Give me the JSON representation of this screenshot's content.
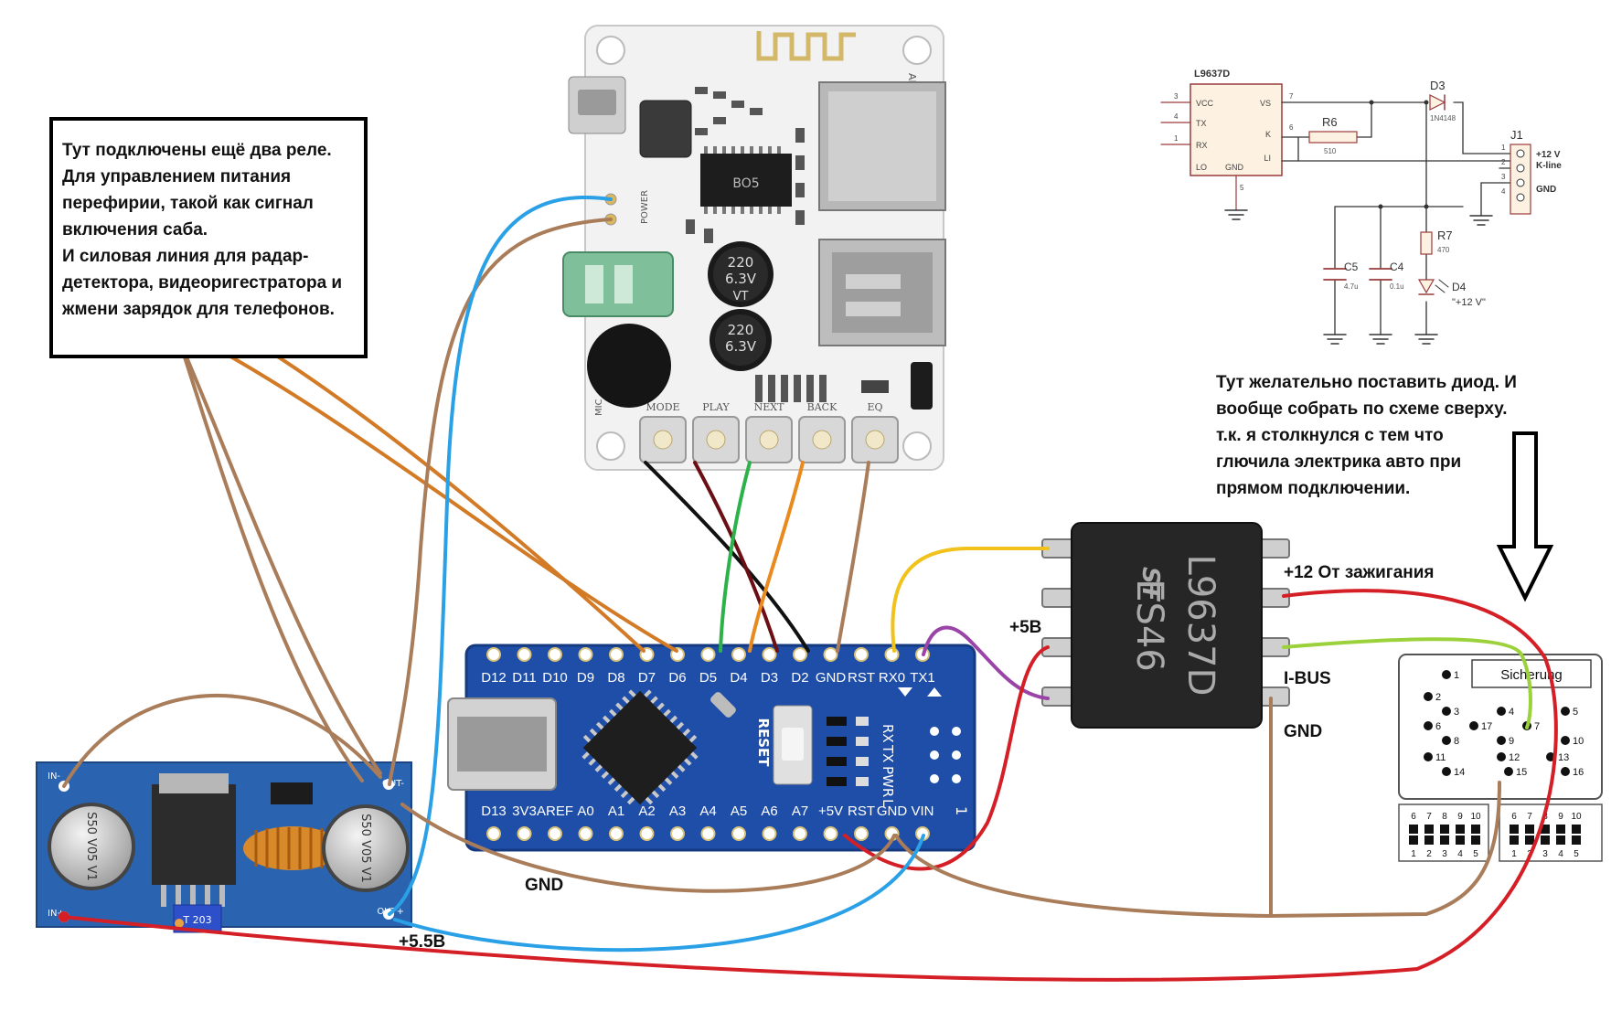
{
  "note_left": {
    "lines": [
      "Тут подключены ещё два реле.",
      "Для управлением питания",
      "перефирии, такой как сигнал",
      "включения саба.",
      "И силовая линия для радар-",
      "детектора, видеоригестратора и",
      "жмени зарядок для телефонов."
    ]
  },
  "note_right": {
    "lines": [
      "Тут желательно поставить диод. И",
      "вообще собрать по схеме сверху.",
      " т.к. я столкнулся с тем что",
      "глючила электрика авто при",
      "прямом подключении."
    ]
  },
  "labels": {
    "ignition": "+12 От зажигания",
    "plus5": "+5В",
    "ibus": "I-BUS",
    "gnd_chip": "GND",
    "gnd_bottom": "GND",
    "plus55": "+5.5В"
  },
  "bt_board": {
    "buttons": [
      "MODE",
      "PLAY",
      "NEXT",
      "BACK",
      "EQ"
    ],
    "mic_label": "MIC",
    "power_label": "POWER",
    "ant_label": "ANT",
    "cap_texts": [
      "220",
      "6.3V",
      "VT"
    ],
    "chip_text": "BO5"
  },
  "arduino": {
    "top_pins": [
      "D12",
      "D11",
      "D10",
      "D9",
      "D8",
      "D7",
      "D6",
      "D5",
      "D4",
      "D3",
      "D2",
      "GND",
      "RST",
      "RX0",
      "TX1"
    ],
    "bottom_pins": [
      "D13",
      "3V3",
      "AREF",
      "A0",
      "A1",
      "A2",
      "A3",
      "A4",
      "A5",
      "A6",
      "A7",
      "+5V",
      "RST",
      "GND",
      "VIN"
    ],
    "side_labels": [
      "RX",
      "TX",
      "PWR",
      "L"
    ],
    "reset_label": "RESET",
    "number_label": "1"
  },
  "buck": {
    "in_minus": "IN-",
    "in_plus": "IN+",
    "out_minus": "OUT-",
    "out_plus": "OUT+",
    "cap_text": "S50 V05 V1",
    "pot_text": "T 203"
  },
  "ic_chip": {
    "line1": "L9637D",
    "line2": "ES46",
    "logo": "ST"
  },
  "obd": {
    "title": "Sicherung",
    "pins": [
      "1",
      "2",
      "3",
      "4",
      "5",
      "6",
      "7",
      "8",
      "9",
      "10",
      "11",
      "12",
      "13",
      "14",
      "15",
      "16",
      "17"
    ],
    "fuse_top": [
      "6",
      "7",
      "8",
      "9",
      "10"
    ],
    "fuse_bottom": [
      "1",
      "2",
      "3",
      "4",
      "5"
    ]
  },
  "schematic": {
    "chip_name": "L9637D",
    "pins_left": [
      "VCC",
      "TX",
      "RX",
      "LO"
    ],
    "pins_left_nums": [
      "3",
      "4",
      "1"
    ],
    "pins_right": [
      "VS",
      "K",
      "LI"
    ],
    "pins_right_nums": [
      "7",
      "6"
    ],
    "gnd_pin": "GND",
    "gnd_pin_num": "5",
    "r6": "R6",
    "r6_val": "510",
    "d3": "D3",
    "d3_val": "1N4148",
    "j1": "J1",
    "j1_pins": [
      "1",
      "2",
      "3",
      "4"
    ],
    "j1_labels": [
      "+12 V",
      "K-line",
      "GND"
    ],
    "r7": "R7",
    "r7_val": "470",
    "c5": "C5",
    "c5_val": "4.7u",
    "c4": "C4",
    "c4_val": "0.1u",
    "d4": "D4",
    "d4_val": "\"+12 V\""
  }
}
